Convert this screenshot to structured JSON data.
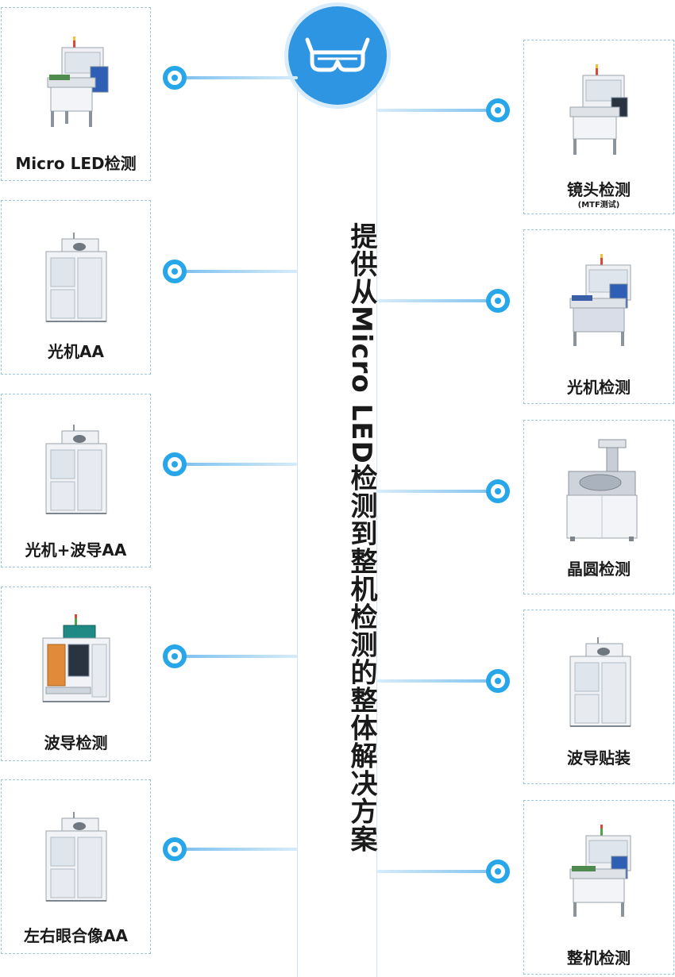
{
  "title": "提供从Micro LED检测到整机检测的整体解决方案",
  "logo_icon": "vr-glasses-icon",
  "accent_color": "#27a6ea",
  "left_items": [
    {
      "label": "Micro LED检测"
    },
    {
      "label": "光机AA"
    },
    {
      "label": "光机+波导AA"
    },
    {
      "label": "波导检测"
    },
    {
      "label": "左右眼合像AA"
    }
  ],
  "right_items": [
    {
      "label": "镜头检测",
      "sub": "(MTF测试)"
    },
    {
      "label": "光机检测"
    },
    {
      "label": "晶圆检测"
    },
    {
      "label": "波导贴装"
    },
    {
      "label": "整机检测"
    }
  ]
}
